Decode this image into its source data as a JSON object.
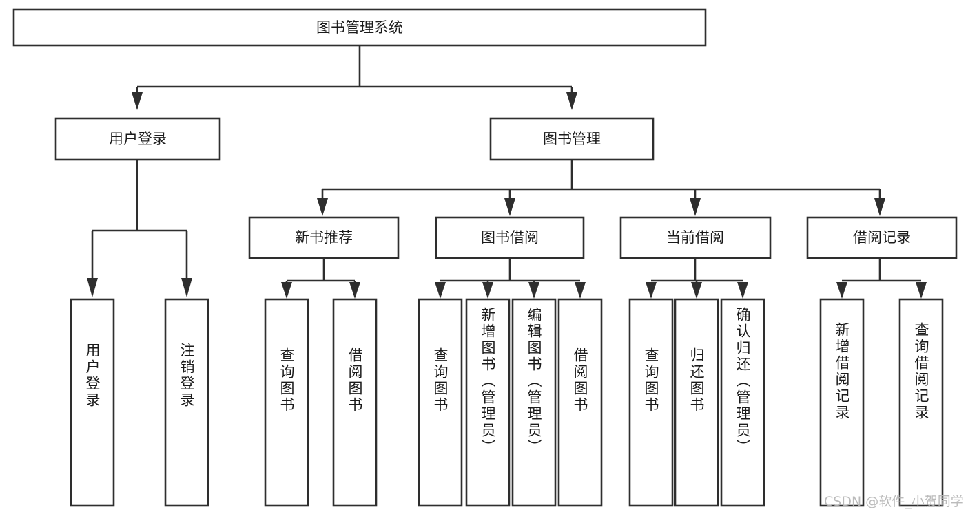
{
  "diagram": {
    "title": "图书管理系统",
    "type": "tree-hierarchy-chart",
    "root": {
      "id": "root",
      "label": "图书管理系统",
      "orientation": "horizontal"
    },
    "level2": [
      {
        "id": "user-login",
        "label": "用户登录",
        "orientation": "horizontal"
      },
      {
        "id": "book-manage",
        "label": "图书管理",
        "orientation": "horizontal"
      }
    ],
    "level3": [
      {
        "id": "new-book-recommend",
        "label": "新书推荐",
        "orientation": "horizontal",
        "parent": "book-manage"
      },
      {
        "id": "book-borrow",
        "label": "图书借阅",
        "orientation": "horizontal",
        "parent": "book-manage"
      },
      {
        "id": "current-borrow",
        "label": "当前借阅",
        "orientation": "horizontal",
        "parent": "book-manage"
      },
      {
        "id": "borrow-record",
        "label": "借阅记录",
        "orientation": "horizontal",
        "parent": "book-manage"
      }
    ],
    "leaves": [
      {
        "id": "leaf-user-login",
        "label": "用户登录",
        "parent": "user-login",
        "orientation": "vertical"
      },
      {
        "id": "leaf-logout-login",
        "label": "注销登录",
        "parent": "user-login",
        "orientation": "vertical"
      },
      {
        "id": "leaf-query-book-1",
        "label": "查询图书",
        "parent": "new-book-recommend",
        "orientation": "vertical"
      },
      {
        "id": "leaf-borrow-book-1",
        "label": "借阅图书",
        "parent": "new-book-recommend",
        "orientation": "vertical"
      },
      {
        "id": "leaf-query-book-2",
        "label": "查询图书",
        "parent": "book-borrow",
        "orientation": "vertical"
      },
      {
        "id": "leaf-add-book",
        "label": "新增图书（管理员）",
        "parent": "book-borrow",
        "orientation": "vertical"
      },
      {
        "id": "leaf-edit-book",
        "label": "编辑图书（管理员）",
        "parent": "book-borrow",
        "orientation": "vertical"
      },
      {
        "id": "leaf-borrow-book-2",
        "label": "借阅图书",
        "parent": "book-borrow",
        "orientation": "vertical"
      },
      {
        "id": "leaf-query-book-3",
        "label": "查询图书",
        "parent": "current-borrow",
        "orientation": "vertical"
      },
      {
        "id": "leaf-return-book",
        "label": "归还图书",
        "parent": "current-borrow",
        "orientation": "vertical"
      },
      {
        "id": "leaf-confirm-return",
        "label": "确认归还（管理员）",
        "parent": "current-borrow",
        "orientation": "vertical"
      },
      {
        "id": "leaf-add-record",
        "label": "新增借阅记录",
        "parent": "borrow-record",
        "orientation": "vertical"
      },
      {
        "id": "leaf-query-record",
        "label": "查询借阅记录",
        "parent": "borrow-record",
        "orientation": "vertical"
      }
    ],
    "colors": {
      "stroke": "#2e2e2e",
      "fill": "#ffffff",
      "text": "#1b1b1b",
      "watermark": "#b6b6b6"
    }
  },
  "watermark": {
    "text": "CSDN @软件_小贺同学"
  }
}
